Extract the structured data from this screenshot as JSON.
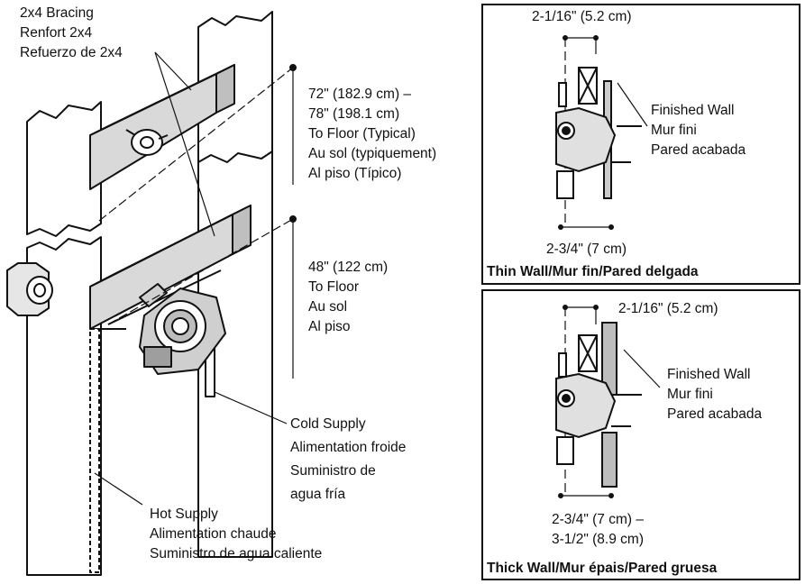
{
  "main_diagram": {
    "bracing_label": [
      "2x4 Bracing",
      "Renfort 2x4",
      "Refuerzo de 2x4"
    ],
    "upper_height_label": [
      "72\" (182.9 cm) –",
      "78\" (198.1 cm)",
      "To Floor (Typical)",
      "Au sol (typiquement)",
      "Al piso (Típico)"
    ],
    "lower_height_label": [
      "48\" (122 cm)",
      "To Floor",
      "Au sol",
      "Al piso"
    ],
    "cold_supply_label": [
      "Cold Supply",
      "Alimentation froide",
      "Suministro de",
      "agua fría"
    ],
    "hot_supply_label": [
      "Hot Supply",
      "Alimentation chaude",
      "Suministro de agua caliente"
    ]
  },
  "thin_wall_panel": {
    "top_dimension": "2-1/16\" (5.2 cm)",
    "wall_label": [
      "Finished Wall",
      "Mur fini",
      "Pared acabada"
    ],
    "bottom_dimension": "2-3/4\" (7 cm)",
    "caption": "Thin Wall/Mur fin/Pared delgada"
  },
  "thick_wall_panel": {
    "top_dimension": "2-1/16\" (5.2 cm)",
    "wall_label": [
      "Finished Wall",
      "Mur fini",
      "Pared acabada"
    ],
    "bottom_dimension": [
      "2-3/4\" (7 cm) –",
      "3-1/2\" (8.9 cm)"
    ],
    "caption": "Thick Wall/Mur épais/Pared gruesa"
  }
}
